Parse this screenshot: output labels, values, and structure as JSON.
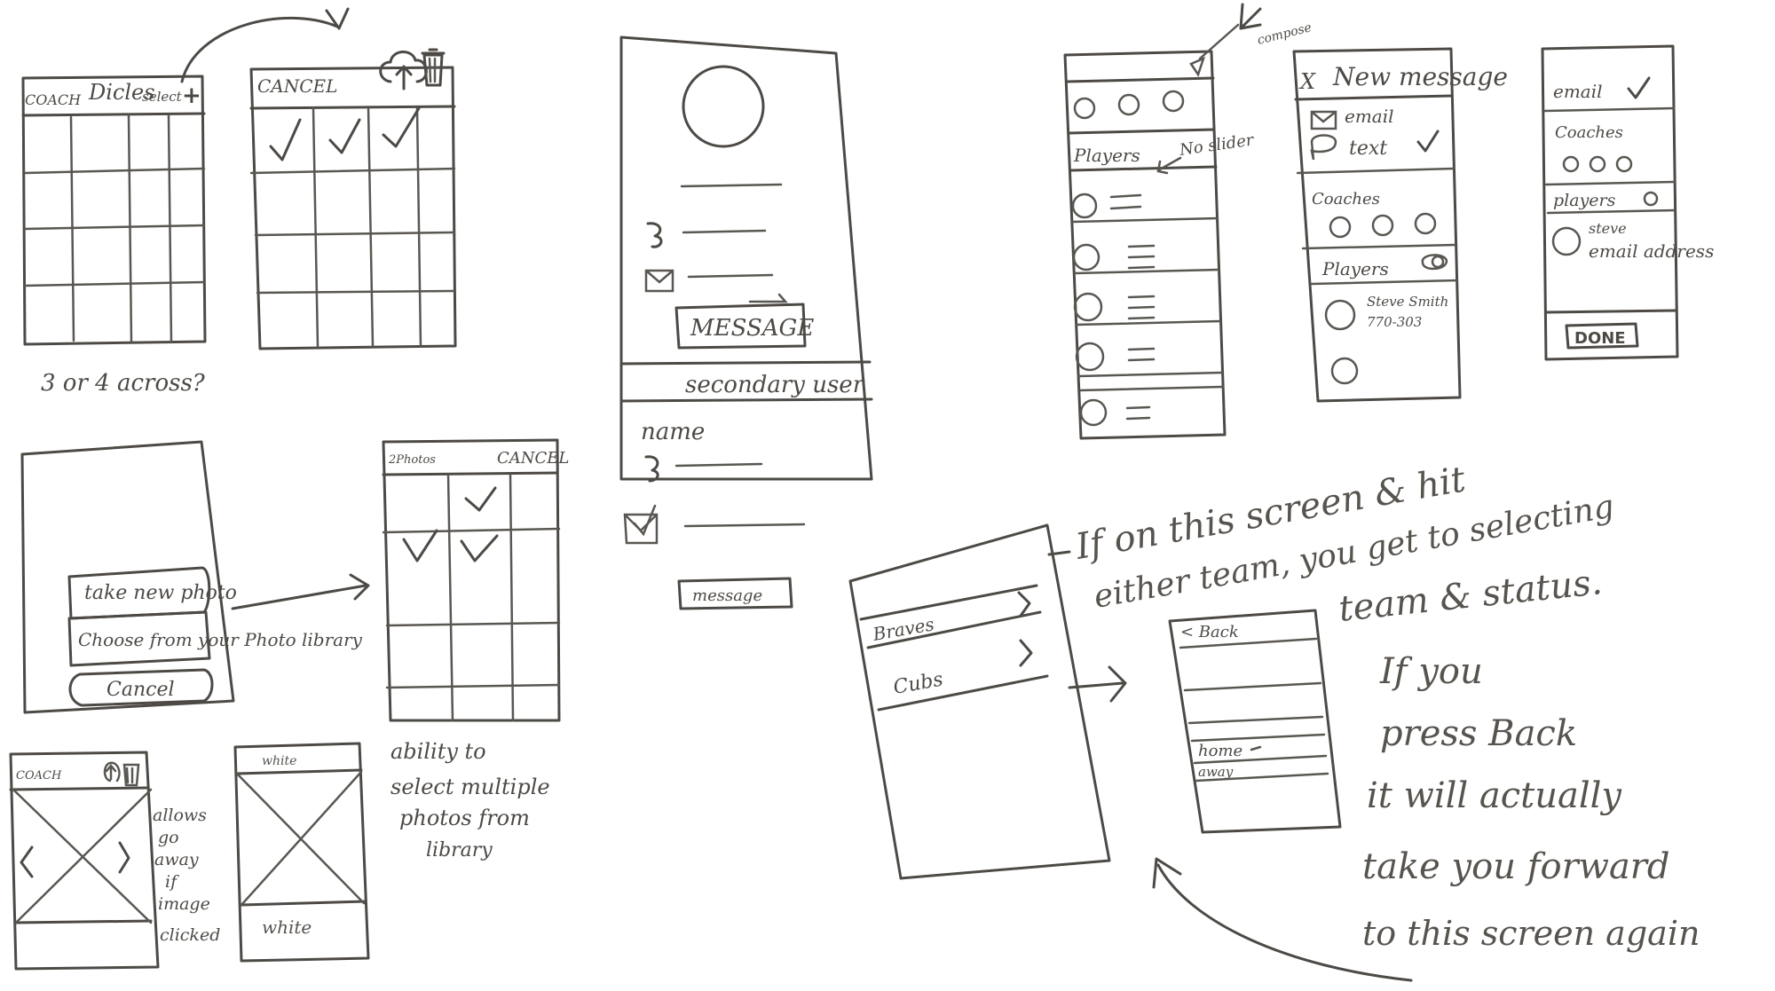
{
  "gallery": {
    "coach_label": "COACH",
    "title": "Dicles",
    "select_label": "select",
    "plus": "+",
    "question": "3 or 4 across?"
  },
  "gallery_select": {
    "cancel_label": "CANCEL",
    "upload_icon": "cloud-upload-icon",
    "trash_icon": "trash-icon"
  },
  "action_sheet": {
    "take_new_photo": "take new photo",
    "choose_library": "Choose from your Photo library",
    "cancel_label": "Cancel"
  },
  "photo_picker": {
    "count_label": "2Photos",
    "cancel_label": "CANCEL",
    "note": [
      "ability to",
      "select multiple",
      "photos from",
      "library"
    ]
  },
  "photo_viewer": {
    "coach_label": "COACH",
    "note": [
      "allows",
      "go",
      "away",
      "if",
      "image",
      "clicked"
    ]
  },
  "white_viewer": {
    "top_label": "white",
    "bottom_label": "white"
  },
  "profile": {
    "message_button": "MESSAGE",
    "secondary_user": "secondary user",
    "name_label": "name",
    "message_button_small": "message"
  },
  "roster": {
    "compose_label": "compose",
    "players_label": "Players",
    "no_slider": "No slider"
  },
  "new_message": {
    "title": "New message",
    "close": "X",
    "email": "email",
    "text": "text",
    "coaches": "Coaches",
    "players": "Players",
    "player_name": "Steve Smith",
    "player_phone": "770-303"
  },
  "email_picker": {
    "email": "email",
    "coaches": "Coaches",
    "players": "players",
    "steve_name": "steve",
    "steve_address": "email address",
    "done_button": "DONE"
  },
  "team_flow": {
    "team1": "Braves",
    "team2": "Cubs",
    "back_label": "< Back",
    "status1": "home",
    "status2": "away",
    "note": [
      "If on this screen & hit",
      "either team, you get to selecting",
      "team & status.",
      "If you",
      "press Back",
      "it will actually",
      "take you forward",
      "to this screen again"
    ]
  }
}
